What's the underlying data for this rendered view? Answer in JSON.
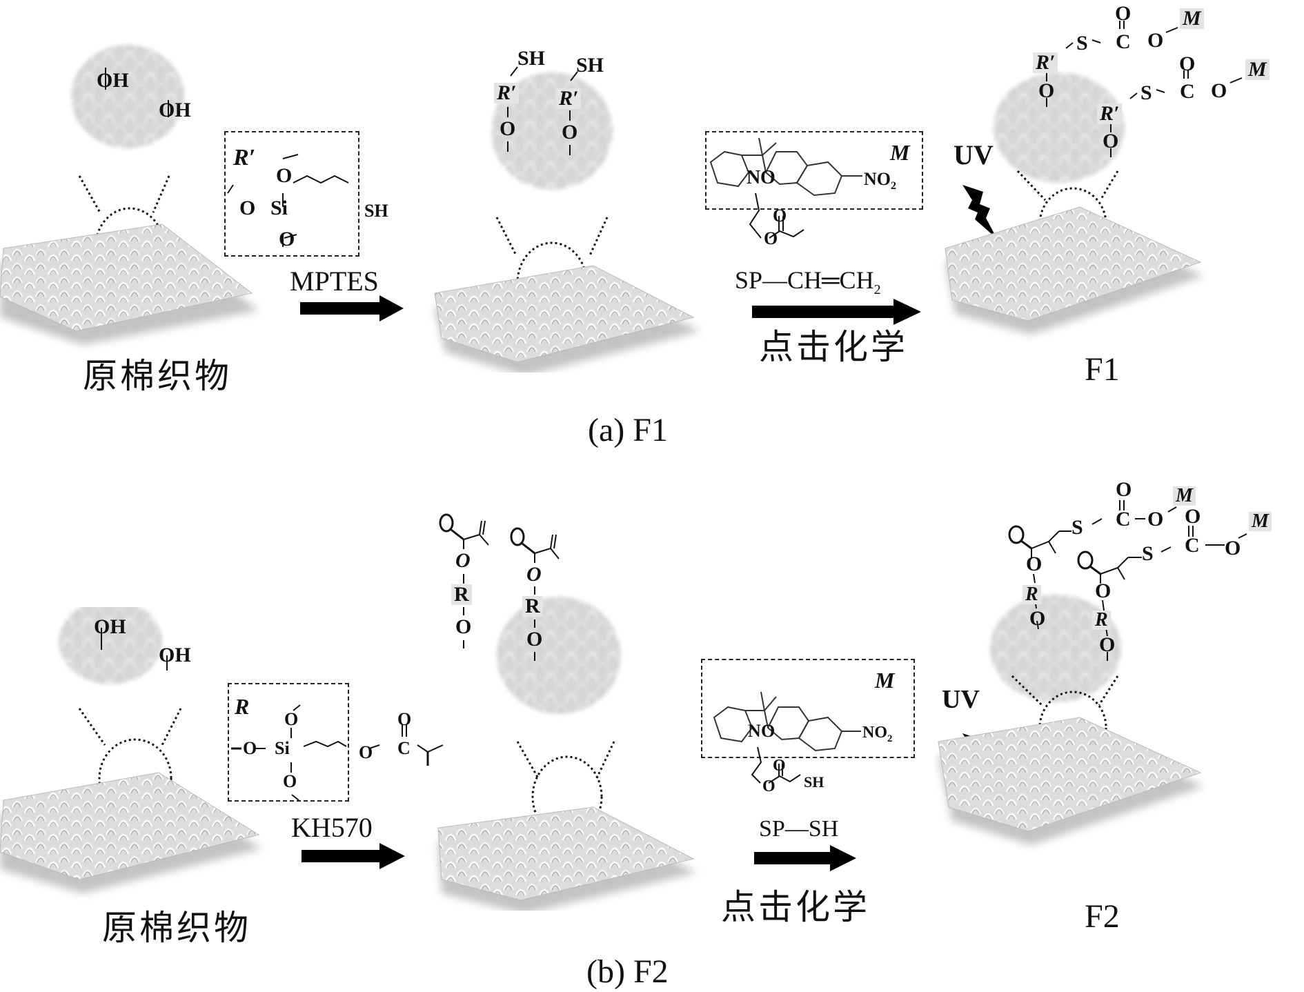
{
  "figure": {
    "panels": [
      {
        "caption": "(a) F1",
        "stages": [
          {
            "label": "原棉织物",
            "surface_groups": [
              "OH",
              "OH"
            ]
          },
          {
            "surface_groups": [
              "SH",
              "SH"
            ],
            "linker_tag": "R′",
            "anchor": "O"
          },
          {
            "label": "F1",
            "linker_tag": "R′",
            "anchor": "O",
            "chain": [
              "S",
              "C",
              "O",
              "O",
              "M"
            ]
          }
        ],
        "step1": {
          "reagent": "MPTES",
          "box_tag": "R′",
          "structure_atoms": {
            "o_left": "O",
            "si": "Si",
            "o_top": "O",
            "o_bottom": "O",
            "sh": "SH"
          }
        },
        "step2": {
          "reagent": "SP—CH═CH",
          "reagent_sub": "2",
          "reaction_name": "点击化学",
          "box_tag": "M",
          "structure_atoms": {
            "n": "N",
            "o_ring": "O",
            "no2": "NO",
            "no2_sub": "2",
            "o_carbonyl": "O",
            "o_ester": "O"
          }
        },
        "uv_label": "UV"
      },
      {
        "caption": "(b) F2",
        "stages": [
          {
            "label": "原棉织物",
            "surface_groups": [
              "OH",
              "OH"
            ]
          },
          {
            "linker_tag": "R",
            "anchor": "O",
            "groups": [
              "O",
              "O"
            ]
          },
          {
            "label": "F2",
            "linker_tag": "R",
            "anchor": "O",
            "chain": [
              "O",
              "O",
              "S",
              "C",
              "O",
              "O",
              "M"
            ]
          }
        ],
        "step1": {
          "reagent": "KH570",
          "box_tag": "R",
          "structure_atoms": {
            "o_left": "O",
            "si": "Si",
            "o_top": "O",
            "o_bottom": "O",
            "o_ester": "O",
            "c": "C",
            "o_carbonyl": "O"
          }
        },
        "step2": {
          "reagent": "SP—SH",
          "reaction_name": "点击化学",
          "box_tag": "M",
          "structure_atoms": {
            "n": "N",
            "o_ring": "O",
            "no2": "NO",
            "no2_sub": "2",
            "o_carbonyl": "O",
            "o_ester": "O",
            "sh": "SH"
          }
        },
        "uv_label": "UV"
      }
    ]
  }
}
